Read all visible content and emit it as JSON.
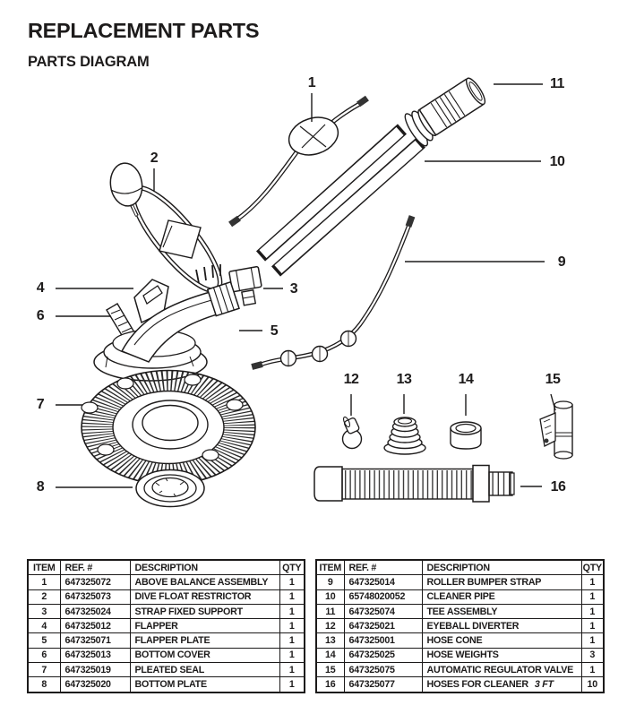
{
  "page": {
    "title": "REPLACEMENT PARTS",
    "subtitle": "PARTS DIAGRAM"
  },
  "diagram": {
    "callouts": [
      "1",
      "2",
      "3",
      "4",
      "5",
      "6",
      "7",
      "8",
      "9",
      "10",
      "11",
      "12",
      "13",
      "14",
      "15",
      "16"
    ],
    "line_color": "#1d1b1b"
  },
  "tables": {
    "headers": [
      "ITEM",
      "REF. #",
      "DESCRIPTION",
      "QTY"
    ],
    "left_rows": [
      {
        "item": "1",
        "ref": "647325072",
        "desc": "ABOVE BALANCE ASSEMBLY",
        "note": "",
        "qty": "1"
      },
      {
        "item": "2",
        "ref": "647325073",
        "desc": "DIVE FLOAT RESTRICTOR",
        "note": "",
        "qty": "1"
      },
      {
        "item": "3",
        "ref": "647325024",
        "desc": "STRAP FIXED SUPPORT",
        "note": "",
        "qty": "1"
      },
      {
        "item": "4",
        "ref": "647325012",
        "desc": "FLAPPER",
        "note": "",
        "qty": "1"
      },
      {
        "item": "5",
        "ref": "647325071",
        "desc": "FLAPPER PLATE",
        "note": "",
        "qty": "1"
      },
      {
        "item": "6",
        "ref": "647325013",
        "desc": "BOTTOM COVER",
        "note": "",
        "qty": "1"
      },
      {
        "item": "7",
        "ref": "647325019",
        "desc": "PLEATED SEAL",
        "note": "",
        "qty": "1"
      },
      {
        "item": "8",
        "ref": "647325020",
        "desc": "BOTTOM PLATE",
        "note": "",
        "qty": "1"
      }
    ],
    "right_rows": [
      {
        "item": "9",
        "ref": "647325014",
        "desc": "ROLLER BUMPER STRAP",
        "note": "",
        "qty": "1"
      },
      {
        "item": "10",
        "ref": "65748020052",
        "desc": "CLEANER PIPE",
        "note": "",
        "qty": "1"
      },
      {
        "item": "11",
        "ref": "647325074",
        "desc": "TEE ASSEMBLY",
        "note": "",
        "qty": "1"
      },
      {
        "item": "12",
        "ref": "647325021",
        "desc": "EYEBALL DIVERTER",
        "note": "",
        "qty": "1"
      },
      {
        "item": "13",
        "ref": "647325001",
        "desc": "HOSE CONE",
        "note": "",
        "qty": "1"
      },
      {
        "item": "14",
        "ref": "647325025",
        "desc": "HOSE WEIGHTS",
        "note": "",
        "qty": "3"
      },
      {
        "item": "15",
        "ref": "647325075",
        "desc": "AUTOMATIC REGULATOR VALVE",
        "note": "",
        "qty": "1"
      },
      {
        "item": "16",
        "ref": "647325077",
        "desc": "HOSES FOR CLEANER",
        "note": "3 FT",
        "qty": "10"
      }
    ]
  }
}
